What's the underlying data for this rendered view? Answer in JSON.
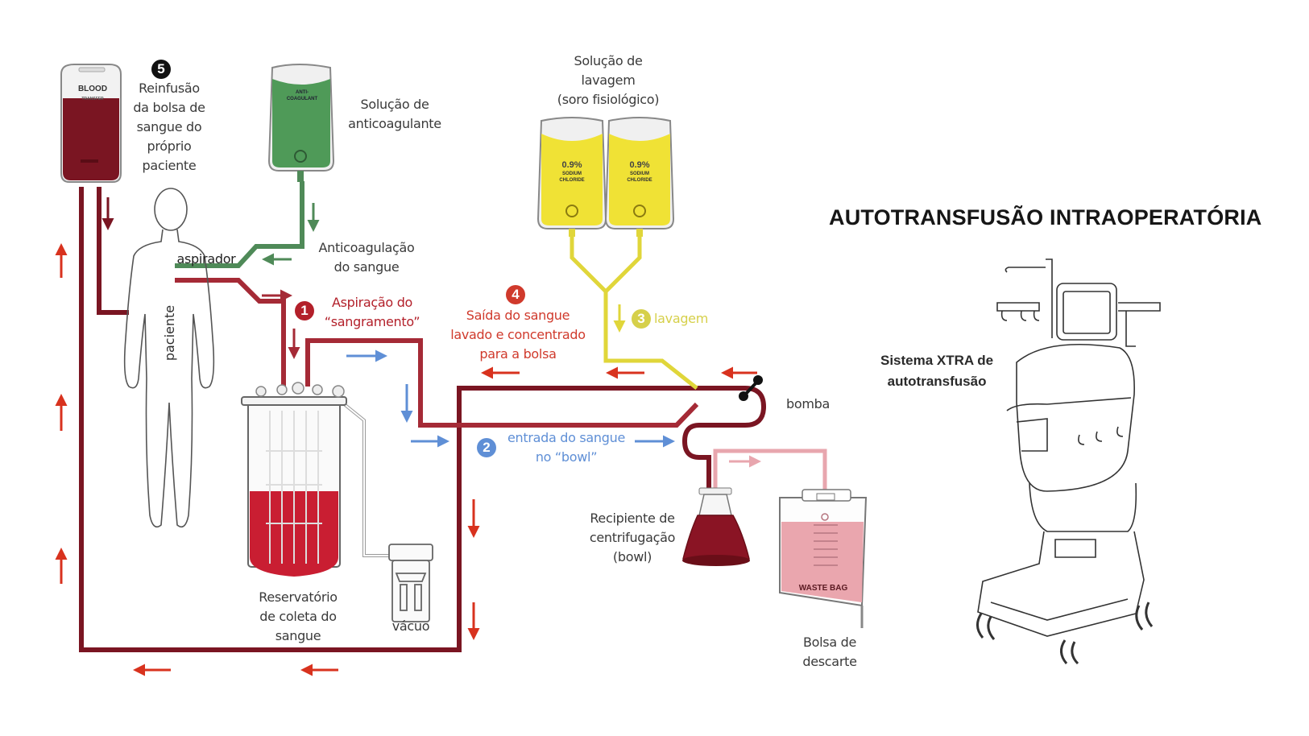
{
  "title": "AUTOTRANSFUSÃO INTRAOPERATÓRIA",
  "colors": {
    "blood_dark": "#7a1522",
    "blood_medium": "#a52a36",
    "anticoagulant_green": "#4f8a58",
    "saline_yellow": "#e8de3a",
    "flow_red": "#d8321e",
    "flow_blue": "#5f8fd6",
    "waste_pink": "#e8a6ae"
  },
  "steps": [
    {
      "number": "1",
      "label_lines": [
        "Aspiração do",
        "“sangramento”"
      ],
      "color": "#b3202a"
    },
    {
      "number": "2",
      "label_lines": [
        "entrada do sangue",
        "no “bowl”"
      ],
      "color": "#5f8fd6"
    },
    {
      "number": "3",
      "label_lines": [
        "lavagem"
      ],
      "color": "#d6d04a"
    },
    {
      "number": "4",
      "label_lines": [
        "Saída do sangue",
        "lavado e concentrado",
        "para a bolsa"
      ],
      "color": "#d03a2c"
    },
    {
      "number": "5",
      "label_lines": [
        "Reinfusão",
        "da bolsa de",
        "sangue do",
        "próprio",
        "paciente"
      ],
      "color": "#111111"
    }
  ],
  "labels": {
    "anticoagulant_solution": [
      "Solução de",
      "anticoagulante"
    ],
    "wash_solution": [
      "Solução de",
      "lavagem",
      "(soro fisiológico)"
    ],
    "anticoagulation": [
      "Anticoagulação",
      "do sangue"
    ],
    "aspirator": "aspirador",
    "patient": "paciente",
    "reservoir": [
      "Reservatório",
      "de coleta do",
      "sangue"
    ],
    "vacuum": "vácuo",
    "pump": "bomba",
    "centrifuge_bowl": [
      "Recipiente de",
      "centrifugação",
      "(bowl)"
    ],
    "waste_bag_label": [
      "Bolsa de",
      "descarte"
    ],
    "system": [
      "Sistema XTRA de",
      "autotransfusão"
    ]
  },
  "bag_prints": {
    "blood_bag": [
      "BLOOD",
      "TRANSFER"
    ],
    "anticoagulant_bag": [
      "ANTI-",
      "COAGULANT"
    ],
    "saline_percent": "0.9%",
    "saline_name": [
      "SODIUM",
      "CHLORIDE"
    ],
    "waste_bag": "WASTE BAG"
  }
}
